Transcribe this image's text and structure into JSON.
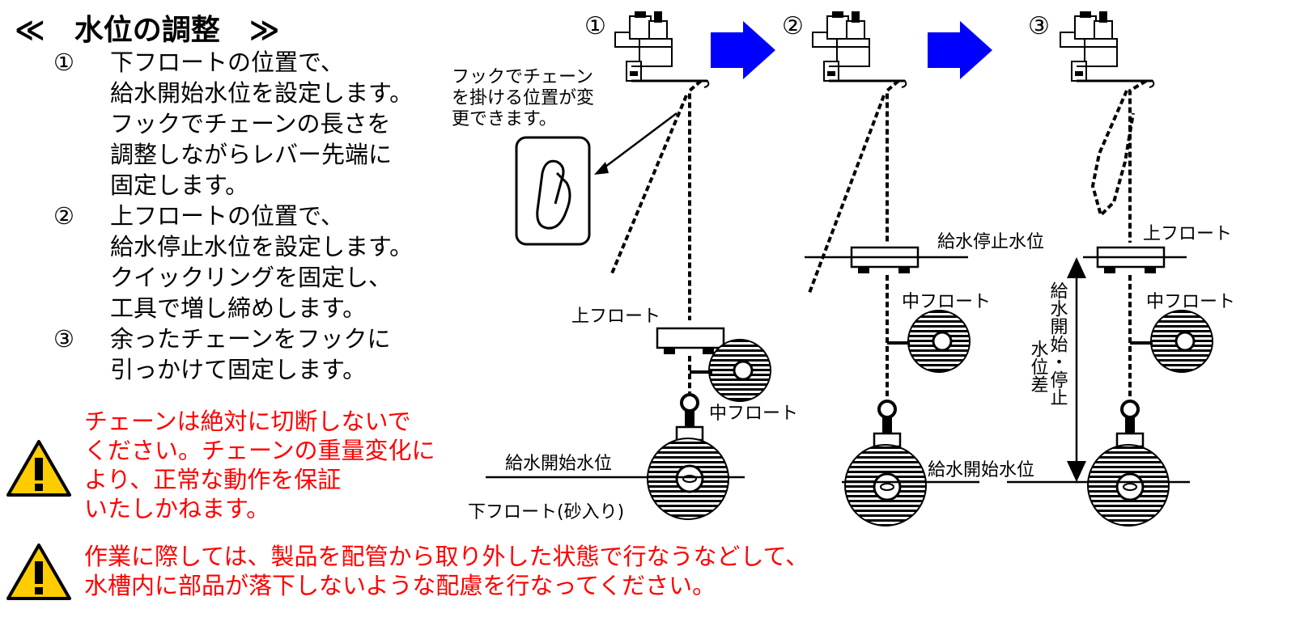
{
  "title": "≪　水位の調整　≫",
  "steps": [
    {
      "num": "①",
      "lines": [
        "下フロートの位置で、",
        "給水開始水位を設定します。",
        "フックでチェーンの長さを",
        "調整しながらレバー先端に",
        "固定します。"
      ]
    },
    {
      "num": "②",
      "lines": [
        "上フロートの位置で、",
        "給水停止水位を設定します。",
        "クイックリングを固定し、",
        "工具で増し締めします。"
      ]
    },
    {
      "num": "③",
      "lines": [
        "余ったチェーンをフックに",
        "引っかけて固定します。"
      ]
    }
  ],
  "warnings": [
    {
      "lines": [
        "チェーンは絶対に切断しないで",
        "ください。チェーンの重量変化に",
        "より、正常な動作を保証",
        "いたしかねます。"
      ]
    },
    {
      "lines": [
        "作業に際しては、製品を配管から取り外した状態で行なうなどして、",
        "水槽内に部品が落下しないような配慮を行なってください。"
      ]
    }
  ],
  "diagram": {
    "stage_numbers": [
      "①",
      "②",
      "③"
    ],
    "hook_note": [
      "フックでチェーン",
      "を掛ける位置が変",
      "更できます。"
    ],
    "labels": {
      "upper_float": "上フロート",
      "middle_float": "中フロート",
      "lower_float": "下フロート(砂入り)",
      "start_level": "給水開始水位",
      "stop_level": "給水停止水位",
      "diff": [
        "給水開始・停止",
        "水位差"
      ]
    }
  },
  "colors": {
    "warning_text": "#ff0000",
    "arrow": "#0000ff",
    "warning_icon": "#ffcc00"
  }
}
